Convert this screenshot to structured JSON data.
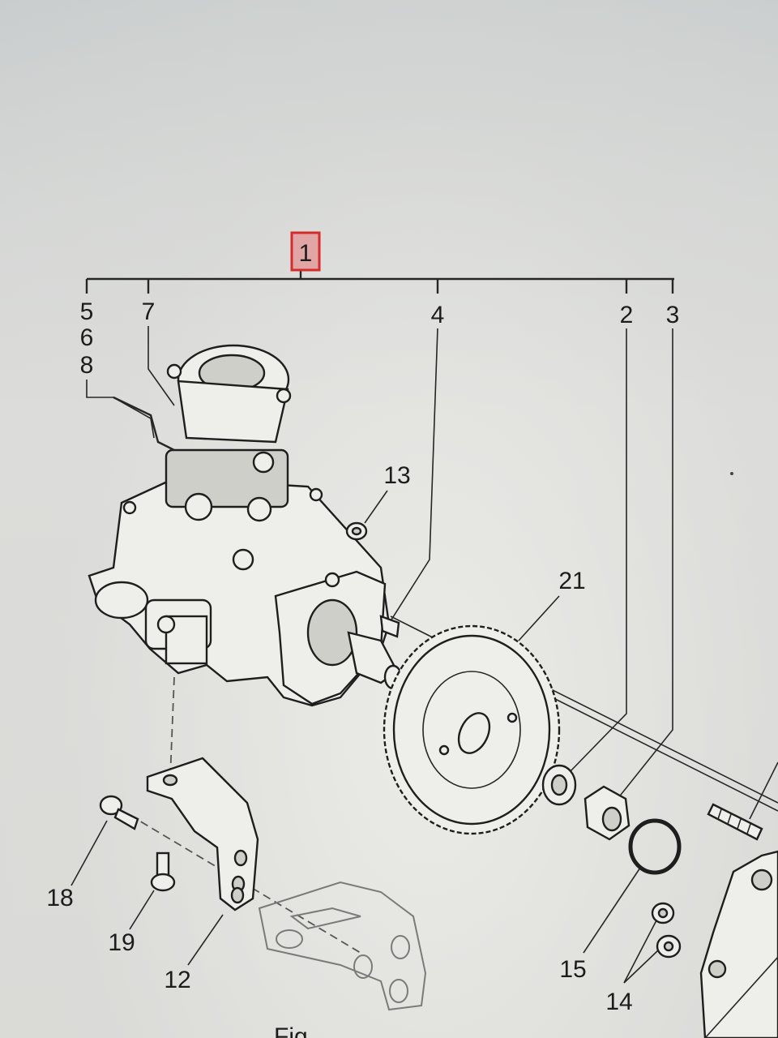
{
  "diagram": {
    "main_callout": "1",
    "callouts": {
      "c2": "2",
      "c3": "3",
      "c4": "4",
      "c5": "5",
      "c6": "6",
      "c7": "7",
      "c8": "8",
      "c12": "12",
      "c13": "13",
      "c14": "14",
      "c15": "15",
      "c18": "18",
      "c19": "19",
      "c21": "21"
    },
    "footer_text": "Fig."
  },
  "colors": {
    "highlight_box": "#d62b2b",
    "line": "#262626"
  }
}
